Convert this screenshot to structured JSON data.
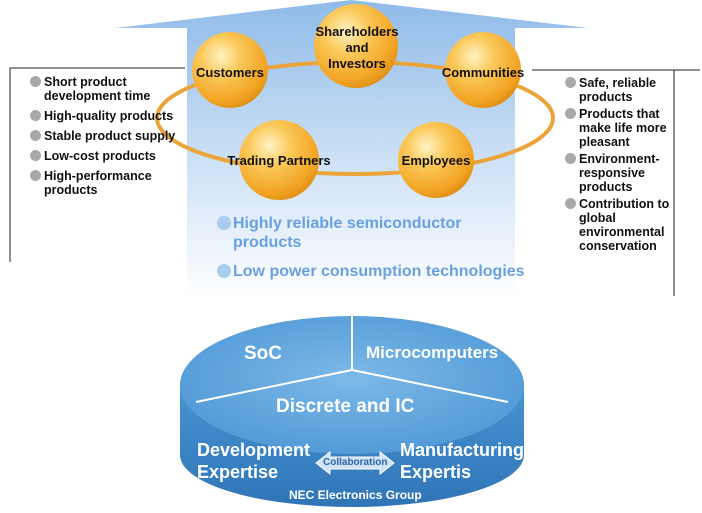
{
  "stakeholders": {
    "customers": "Customers",
    "shareholders_line1": "Shareholders",
    "shareholders_line2": "and",
    "shareholders_line3": "Investors",
    "communities": "Communities",
    "trading_partners": "Trading Partners",
    "employees": "Employees"
  },
  "left_list": [
    "Short product development time",
    "High-quality products",
    "Stable product supply",
    "Low-cost products",
    "High-performance products"
  ],
  "right_list": [
    "Safe, reliable products",
    "Products that make life more pleasant",
    "Environment-responsive products",
    "Contribution to global environmental conservation"
  ],
  "center_items": [
    "Highly reliable semiconductor products",
    "Low power consumption technologies"
  ],
  "disk": {
    "soc": "SoC",
    "microcomputers": "Microcomputers",
    "discrete": "Discrete and IC",
    "development_line1": "Development",
    "development_line2": "Expertise",
    "collaboration": "Collaboration",
    "manufacturing_line1": "Manufacturing",
    "manufacturing_line2": "Expertis",
    "group": "NEC Electronics Group"
  },
  "colors": {
    "arrow_top": "#8fbbe8",
    "arrow_bottom": "#ffffff",
    "ball_light": "#fde9a0",
    "ball_mid": "#f7b233",
    "ball_dark": "#d98a10",
    "ring": "#eaa43a",
    "disk_top": "#5aa2dc",
    "disk_side": "#3d86c6",
    "highlight_blue": "#6aa0df"
  }
}
